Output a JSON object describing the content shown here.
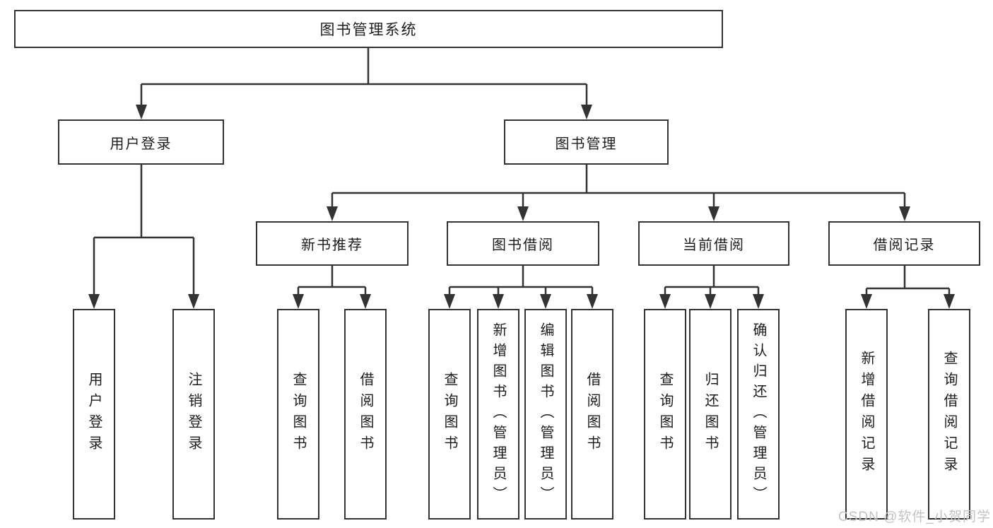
{
  "diagram": {
    "root": {
      "label": "图书管理系统"
    },
    "level2": [
      {
        "label": "用户登录"
      },
      {
        "label": "图书管理"
      }
    ],
    "level3": [
      {
        "label": "新书推荐"
      },
      {
        "label": "图书借阅"
      },
      {
        "label": "当前借阅"
      },
      {
        "label": "借阅记录"
      }
    ],
    "leaves": {
      "user_login": [
        "用户登录",
        "注销登录"
      ],
      "new_book": [
        "查询图书",
        "借阅图书"
      ],
      "book_borrow": [
        "查询图书",
        "新增图书（管理员）",
        "编辑图书（管理员）",
        "借阅图书"
      ],
      "current_borrow": [
        "查询图书",
        "归还图书",
        "确认归还（管理员）"
      ],
      "borrow_record": [
        "新增借阅记录",
        "查询借阅记录"
      ]
    }
  },
  "watermark": {
    "text": "CSDN @软件_小贺同学"
  },
  "colors": {
    "line": "#333333",
    "box_border": "#333333",
    "text": "#1d1d1d",
    "watermark": "#c3c3c3",
    "background": "#ffffff"
  }
}
